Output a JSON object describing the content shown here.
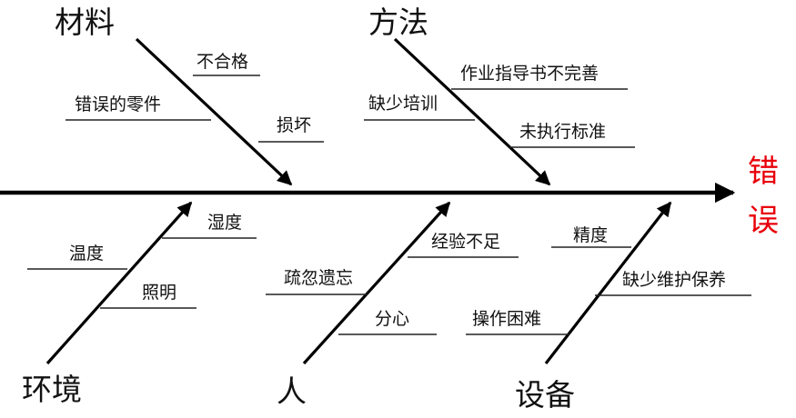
{
  "effect": {
    "line1": "错",
    "line2": "误"
  },
  "categories": {
    "material": "材料",
    "method": "方法",
    "environment": "环境",
    "people": "人",
    "equipment": "设备"
  },
  "causes": {
    "material": [
      "不合格",
      "错误的零件",
      "损坏"
    ],
    "method": [
      "作业指导书不完善",
      "缺少培训",
      "未执行标准"
    ],
    "environment": [
      "湿度",
      "温度",
      "照明"
    ],
    "people": [
      "经验不足",
      "疏忽遗忘",
      "分心"
    ],
    "equipment": [
      "精度",
      "缺少维护保养",
      "操作困难"
    ]
  }
}
